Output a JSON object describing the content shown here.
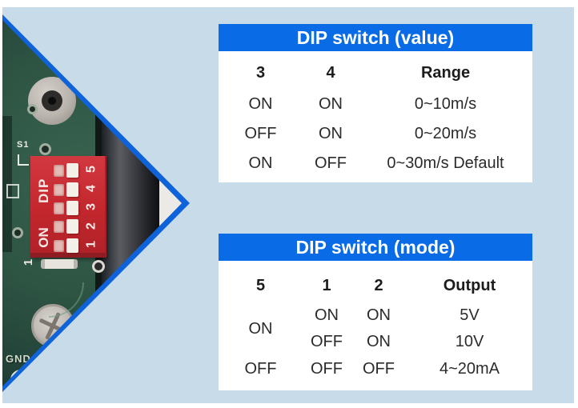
{
  "colors": {
    "page_bg": "#ffffff",
    "panel_bg": "#c8dbe9",
    "accent_blue": "#0a6be6",
    "triangle_border_blue": "#0f63da",
    "switch_red": "#c4272e",
    "pcb_green": "#2f5645",
    "table_text": "#2b2b2b"
  },
  "photo": {
    "s1_label": "S1",
    "dip_label": "DIP",
    "on_label": "ON",
    "positions": [
      "1",
      "2",
      "3",
      "4",
      "5"
    ],
    "jumper_left_label": "1",
    "gnd_label": "GND"
  },
  "tables": {
    "value": {
      "title": "DIP switch (value)",
      "columns": [
        "3",
        "4",
        "Range"
      ],
      "rows": [
        {
          "s3": "ON",
          "s4": "ON",
          "range": "0~10m/s"
        },
        {
          "s3": "OFF",
          "s4": "ON",
          "range": "0~20m/s"
        },
        {
          "s3": "ON",
          "s4": "OFF",
          "range": "0~30m/s Default"
        }
      ]
    },
    "mode": {
      "title": "DIP switch (mode)",
      "columns": [
        "5",
        "1",
        "2",
        "Output"
      ],
      "span_cell": "ON",
      "rows": [
        {
          "s1": "ON",
          "s2": "ON",
          "output": "5V"
        },
        {
          "s1": "OFF",
          "s2": "ON",
          "output": "10V"
        },
        {
          "s5": "OFF",
          "s1": "OFF",
          "s2": "OFF",
          "output": "4~20mA"
        }
      ]
    }
  }
}
